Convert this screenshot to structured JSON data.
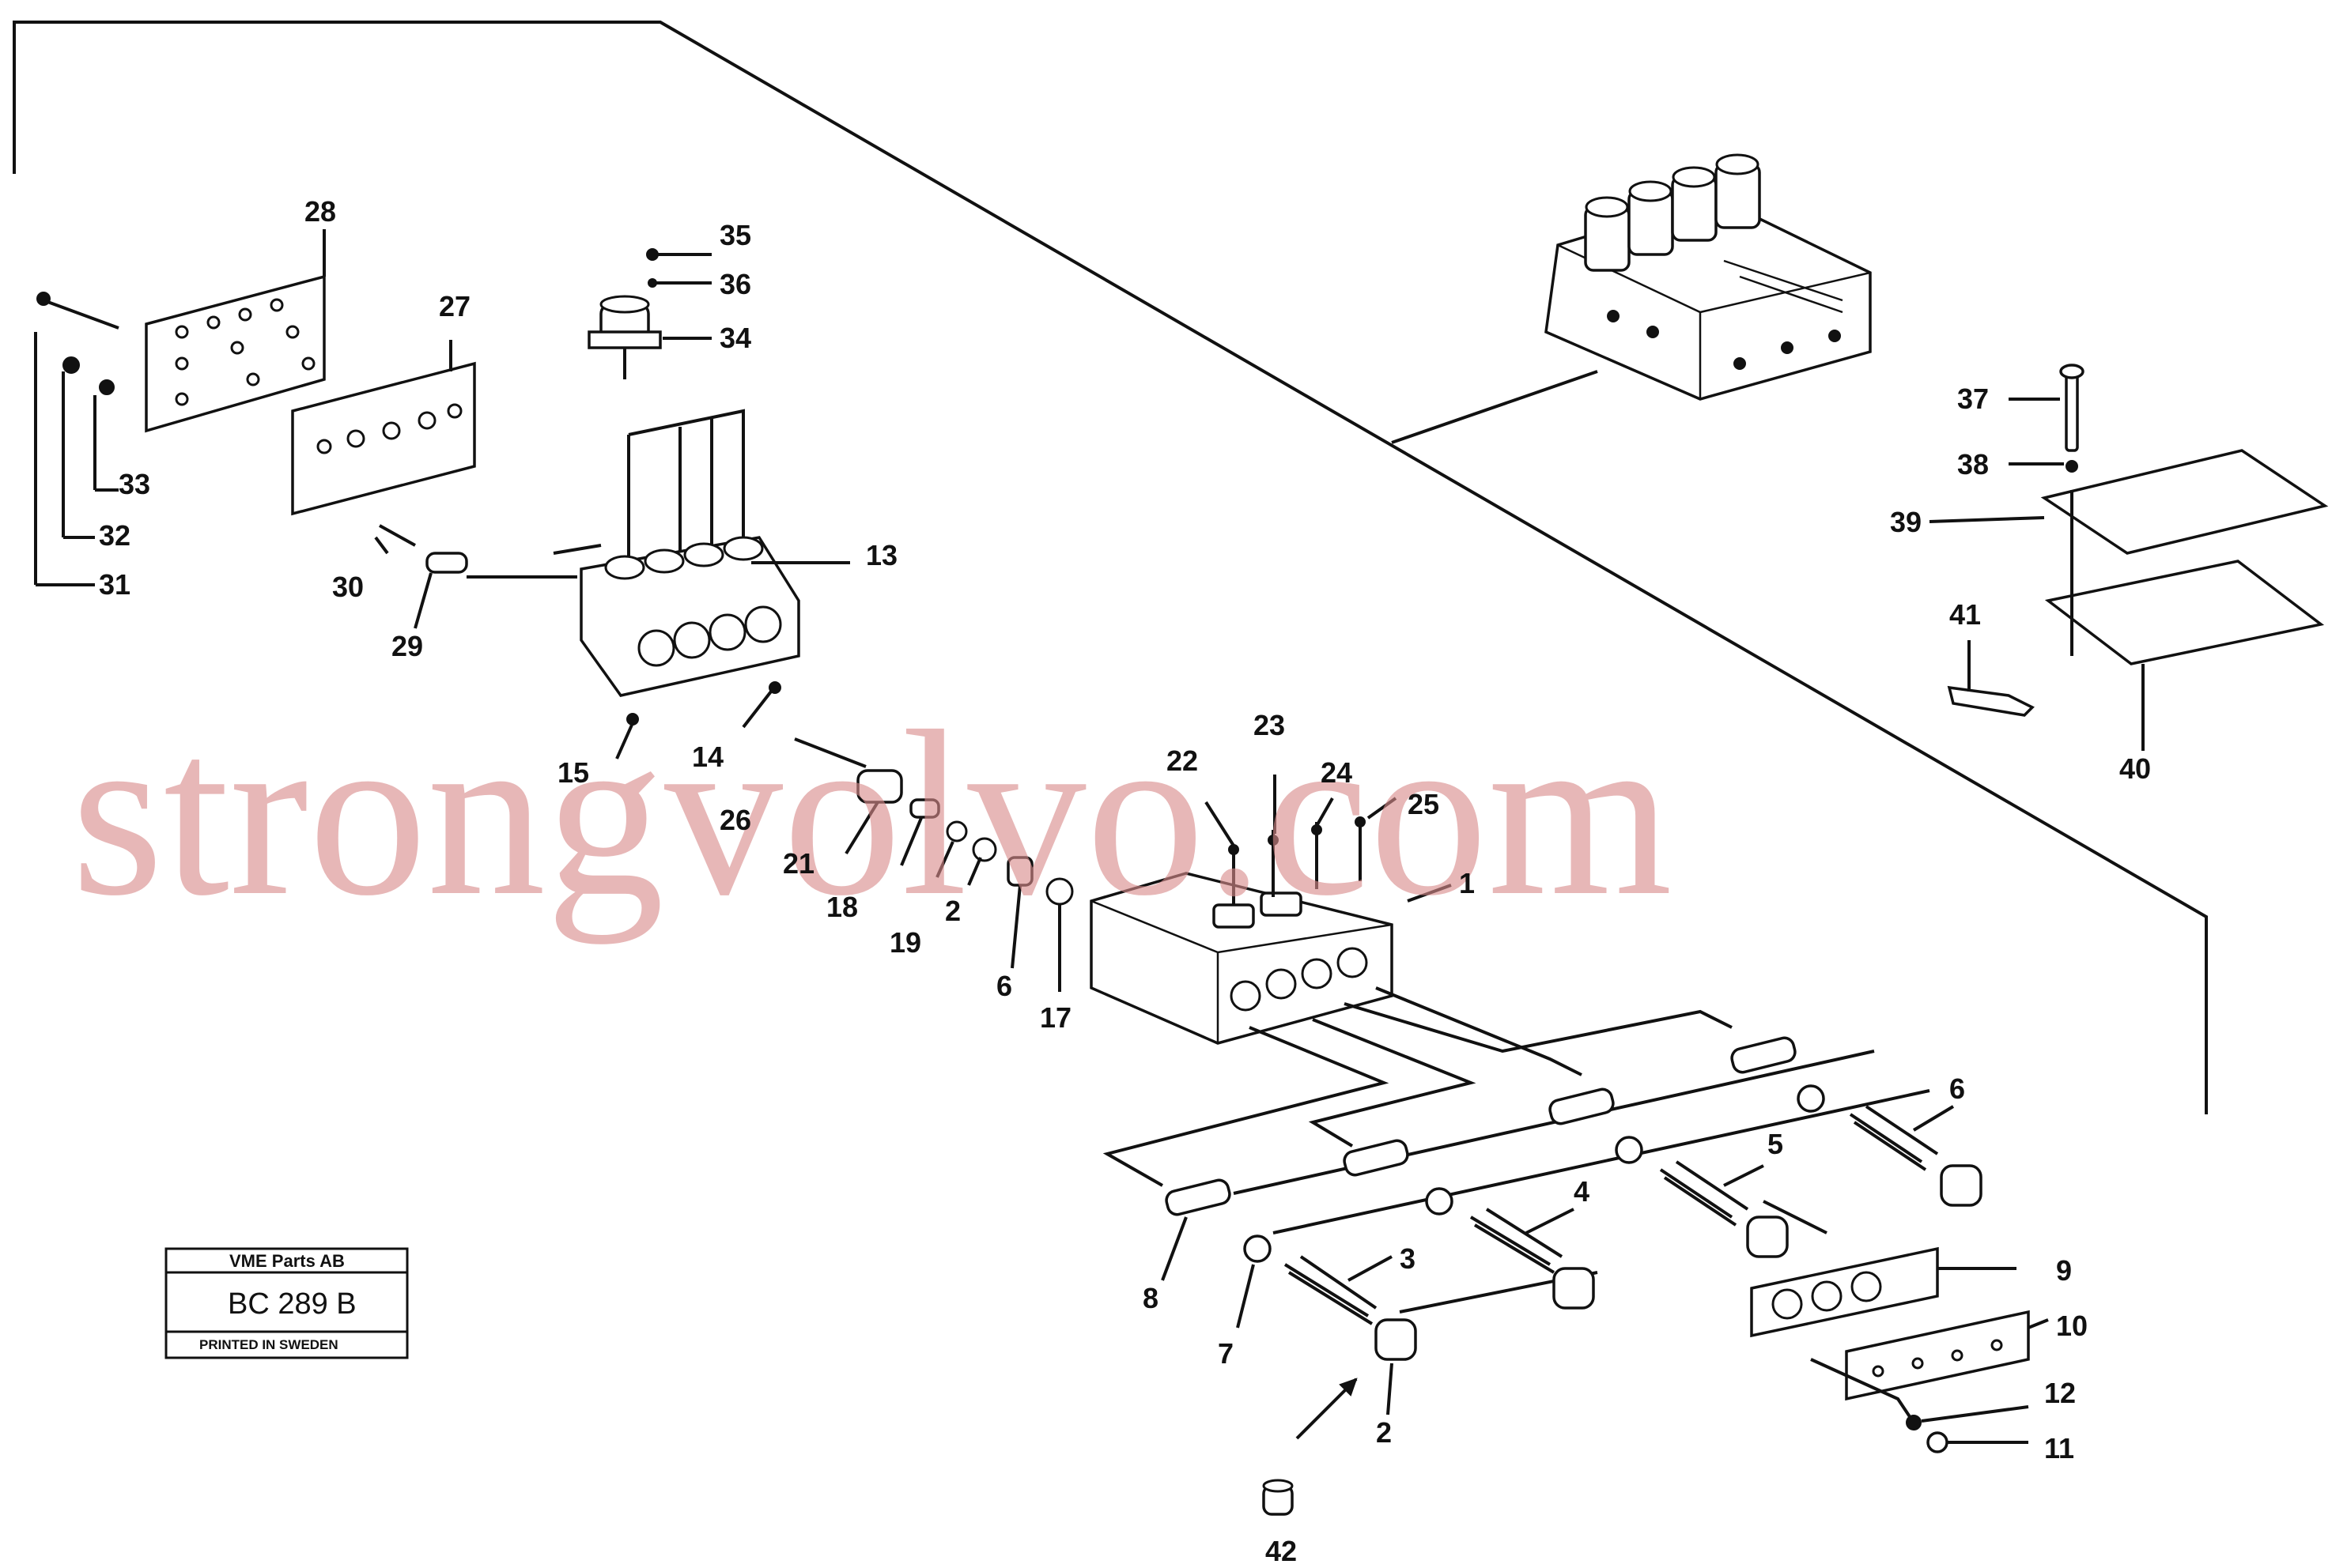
{
  "labels": {
    "l1": "1",
    "l2": "2",
    "l3": "3",
    "l4": "4",
    "l5": "5",
    "l6a": "6",
    "l6b": "6",
    "l7": "7",
    "l8": "8",
    "l9": "9",
    "l10": "10",
    "l11": "11",
    "l12": "12",
    "l13": "13",
    "l14": "14",
    "l15": "15",
    "l17": "17",
    "l18": "18",
    "l19": "19",
    "l20": "2",
    "l21": "21",
    "l22": "22",
    "l23": "23",
    "l24": "24",
    "l25": "25",
    "l26": "26",
    "l27": "27",
    "l28": "28",
    "l29": "29",
    "l30": "30",
    "l31": "31",
    "l32": "32",
    "l33": "33",
    "l34": "34",
    "l35": "35",
    "l36": "36",
    "l37": "37",
    "l38": "38",
    "l39": "39",
    "l40": "40",
    "l41": "41",
    "l42": "42"
  },
  "title_box": {
    "company": "VME Parts AB",
    "code": "BC 289 B",
    "printed": "PRINTED IN SWEDEN"
  },
  "watermark": "strongvolvo.com"
}
